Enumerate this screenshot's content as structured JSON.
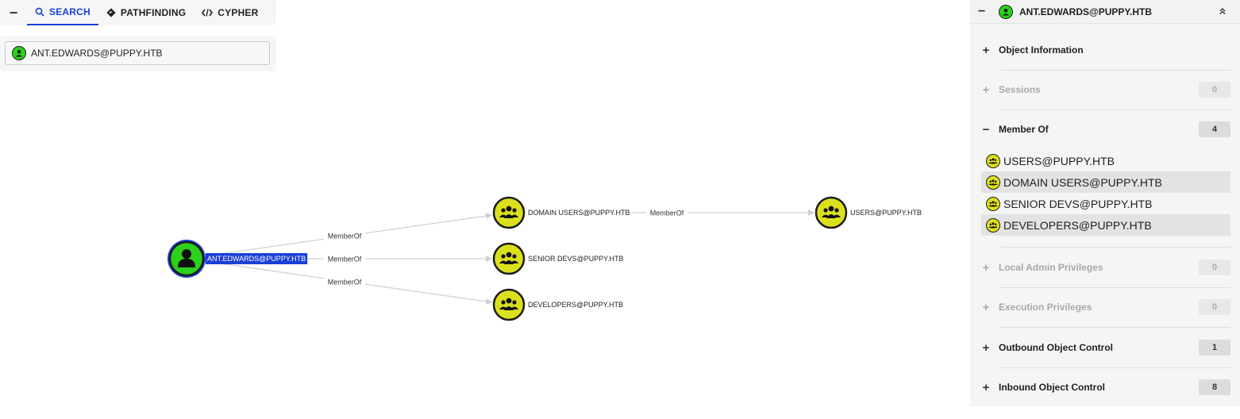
{
  "tabs": {
    "collapse": "−",
    "items": [
      {
        "label": "SEARCH",
        "icon": "search-icon",
        "active": true
      },
      {
        "label": "PATHFINDING",
        "icon": "diamond-route-icon",
        "active": false
      },
      {
        "label": "CYPHER",
        "icon": "code-icon",
        "active": false
      }
    ]
  },
  "search": {
    "value": "ANT.EDWARDS@PUPPY.HTB",
    "icon": "user-icon"
  },
  "graph": {
    "nodes": [
      {
        "id": "ant",
        "label": "ANT.EDWARDS@PUPPY.HTB",
        "kind": "user",
        "selected": true
      },
      {
        "id": "domain_users",
        "label": "DOMAIN USERS@PUPPY.HTB",
        "kind": "group"
      },
      {
        "id": "senior_devs",
        "label": "SENIOR DEVS@PUPPY.HTB",
        "kind": "group"
      },
      {
        "id": "developers",
        "label": "DEVELOPERS@PUPPY.HTB",
        "kind": "group"
      },
      {
        "id": "users",
        "label": "USERS@PUPPY.HTB",
        "kind": "group"
      }
    ],
    "edges": [
      {
        "from": "ant",
        "to": "domain_users",
        "label": "MemberOf"
      },
      {
        "from": "ant",
        "to": "senior_devs",
        "label": "MemberOf"
      },
      {
        "from": "ant",
        "to": "developers",
        "label": "MemberOf"
      },
      {
        "from": "domain_users",
        "to": "users",
        "label": "MemberOf"
      }
    ]
  },
  "panel": {
    "minus": "−",
    "title": "ANT.EDWARDS@PUPPY.HTB",
    "collapse_icon": "double-chevron-up-icon",
    "sections": [
      {
        "sign": "+",
        "label": "Object Information",
        "count": null,
        "disabled": false
      },
      {
        "sign": "+",
        "label": "Sessions",
        "count": "0",
        "disabled": true
      },
      {
        "sign": "−",
        "label": "Member Of",
        "count": "4",
        "disabled": false
      },
      {
        "sign": "+",
        "label": "Local Admin Privileges",
        "count": "0",
        "disabled": true
      },
      {
        "sign": "+",
        "label": "Execution Privileges",
        "count": "0",
        "disabled": true
      },
      {
        "sign": "+",
        "label": "Outbound Object Control",
        "count": "1",
        "disabled": false
      },
      {
        "sign": "+",
        "label": "Inbound Object Control",
        "count": "8",
        "disabled": false
      }
    ],
    "member_of": [
      "USERS@PUPPY.HTB",
      "DOMAIN USERS@PUPPY.HTB",
      "SENIOR DEVS@PUPPY.HTB",
      "DEVELOPERS@PUPPY.HTB"
    ]
  },
  "colors": {
    "accent": "#1a3fd6",
    "user_node": "#2bd11b",
    "group_node": "#dbe01c",
    "selected_ring": "#1a3fd6",
    "edge": "#cfcfcf"
  }
}
